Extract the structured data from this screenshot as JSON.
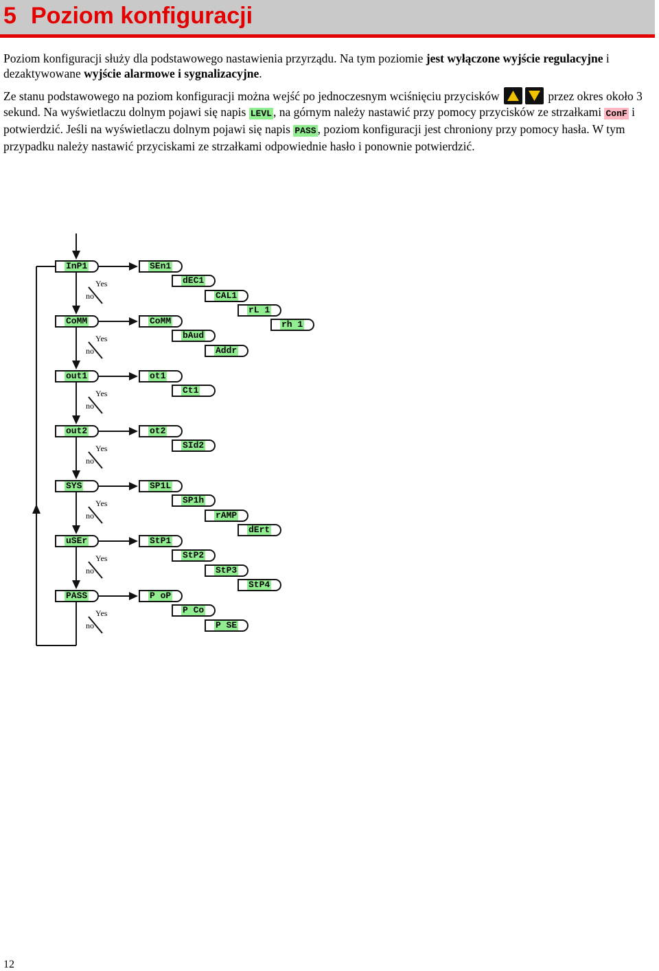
{
  "header": {
    "number": "5",
    "title": "Poziom konfiguracji"
  },
  "para1": {
    "a": "Poziom konfiguracji służy dla podstawowego nastawienia przyrządu. Na tym poziomie ",
    "b": "jest wyłączone wyjście regulacyjne",
    "c": " i dezaktywowane ",
    "d": "wyjście alarmowe i sygnalizacyjne",
    "e": "."
  },
  "para2": {
    "a": "Ze stanu podstawowego na poziom konfiguracji można wejść po jednoczesnym wciśnięciu przycisków",
    "b": "przez okres około 3 sekund. Na wyświetlaczu dolnym pojawi się napis ",
    "tag_levl": "LEVL",
    "c": ", na górnym należy nastawić przy pomocy przycisków ze strzałkami ",
    "tag_conf": "ConF",
    "d": " i potwierdzić. Jeśli na wyświetlaczu dolnym pojawi się napis ",
    "tag_pass": "PASS",
    "e": ", poziom konfiguracji jest chroniony przy pomocy hasła. W tym przypadku należy nastawić przyciskami ze strzałkami odpowiednie hasło i ponownie potwierdzić."
  },
  "keys": [
    {
      "icon": "arrow-up-icon"
    },
    {
      "icon": "arrow-down-icon"
    }
  ],
  "diagram": {
    "decision_yes": "Yes",
    "decision_no": "no",
    "main": [
      "InP1",
      "CoMM",
      "out1",
      "out2",
      "SYS",
      "uSEr",
      "PASS"
    ],
    "groups": [
      [
        "SEn1",
        "dEC1",
        "CAL1",
        "rL 1",
        "rh 1"
      ],
      [
        "CoMM",
        "bAud",
        "Addr"
      ],
      [
        "ot1",
        "Ct1"
      ],
      [
        "ot2",
        "SId2"
      ],
      [
        "SP1L",
        "SP1h",
        "rAMP",
        "dErt"
      ],
      [
        "StP1",
        "StP2",
        "StP3",
        "StP4"
      ],
      [
        "P oP",
        "P Co",
        "P SE"
      ]
    ]
  },
  "page_number": "12"
}
